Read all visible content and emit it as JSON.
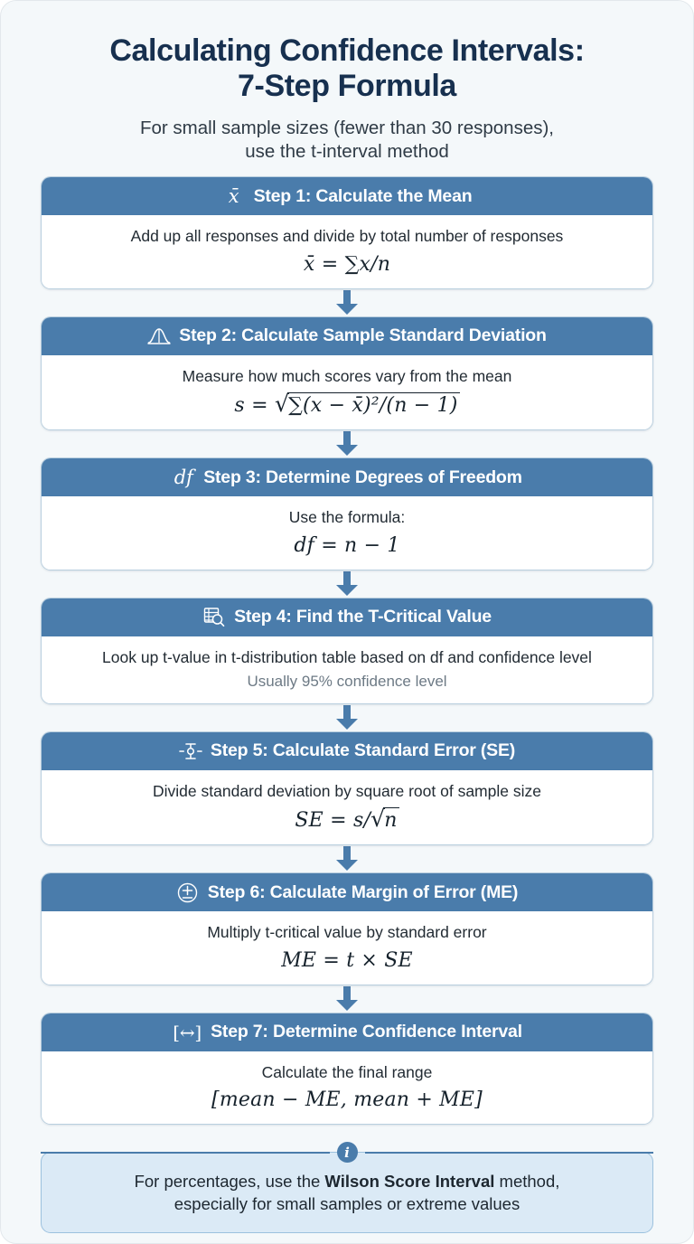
{
  "header": {
    "title_line1": "Calculating Confidence Intervals:",
    "title_line2": "7-Step Formula",
    "subtitle_line1": "For small sample sizes (fewer than 30 responses),",
    "subtitle_line2": "use the t-interval method"
  },
  "colors": {
    "page_background": "#f4f8fa",
    "title": "#17304f",
    "header_blue": "#4a7cab",
    "card_border": "#b9cfdf",
    "note_background": "#dbeaf6",
    "note_border": "#9cc1de",
    "muted_text": "#6d7a85"
  },
  "steps": [
    {
      "icon": "x-bar-glyph-icon",
      "icon_glyph": "x̄",
      "heading": "Step 1: Calculate the Mean",
      "description": "Add up all responses and divide by total number of responses",
      "formula": "x̄ = ∑x/n",
      "note": ""
    },
    {
      "icon": "bell-curve-icon",
      "icon_glyph": "",
      "heading": "Step 2: Calculate Sample Standard Deviation",
      "description": "Measure how much scores vary from the mean",
      "formula": "s = √(∑(x − x̄)²/(n − 1))",
      "note": ""
    },
    {
      "icon": "df-glyph-icon",
      "icon_glyph": "df",
      "heading": "Step 3: Determine Degrees of Freedom",
      "description": "Use the formula:",
      "formula": "df = n − 1",
      "note": ""
    },
    {
      "icon": "table-search-icon",
      "icon_glyph": "",
      "heading": "Step 4: Find the T-Critical Value",
      "description": "Look up t-value in t-distribution table based on df and confidence level",
      "formula": "",
      "note": "Usually 95% confidence level"
    },
    {
      "icon": "error-bar-icon",
      "icon_glyph": "",
      "heading": "Step 5: Calculate Standard Error (SE)",
      "description": "Divide standard deviation by square root of sample size",
      "formula": "SE = s/√n",
      "note": ""
    },
    {
      "icon": "plus-minus-circle-icon",
      "icon_glyph": "",
      "heading": "Step 6: Calculate Margin of Error (ME)",
      "description": "Multiply t-critical value by standard error",
      "formula": "ME = t × SE",
      "note": ""
    },
    {
      "icon": "interval-bracket-icon",
      "icon_glyph": "[↔]",
      "heading": "Step 7: Determine Confidence Interval",
      "description": "Calculate the final range",
      "formula": "[mean − ME, mean + ME]",
      "note": ""
    }
  ],
  "formula_parts": {
    "s1_lhs": "x̄",
    "s1_eq": "=",
    "s1_sum": "∑",
    "s1_rhs": "x/n",
    "s2_lhs": "s",
    "s2_eq": "=",
    "s2_radicand": "∑(x − x̄)²/(n − 1)",
    "s3": "df = n − 1",
    "s5_lhs": "SE",
    "s5_eq": "=",
    "s5_mid": "s/",
    "s5_radicand": "n",
    "s6": "ME = t × SE",
    "s7": "[mean − ME, mean + ME]"
  },
  "note": {
    "badge_icon": "info-icon",
    "badge_glyph": "i",
    "text_before": "For percentages, use the ",
    "text_bold": "Wilson Score Interval",
    "text_after": " method,",
    "text_line2": "especially for small samples or extreme values"
  }
}
